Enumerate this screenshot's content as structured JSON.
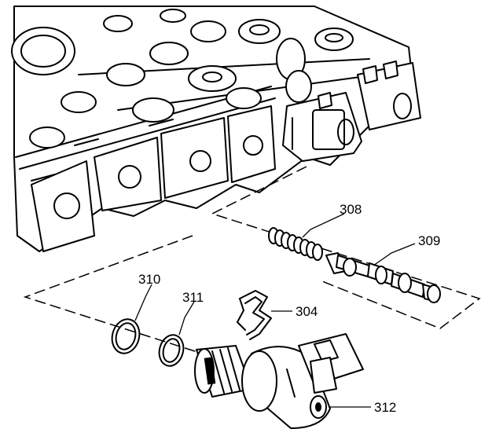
{
  "callouts": {
    "c308": "308",
    "c309": "309",
    "c310": "310",
    "c311": "311",
    "c304": "304",
    "c312": "312"
  }
}
